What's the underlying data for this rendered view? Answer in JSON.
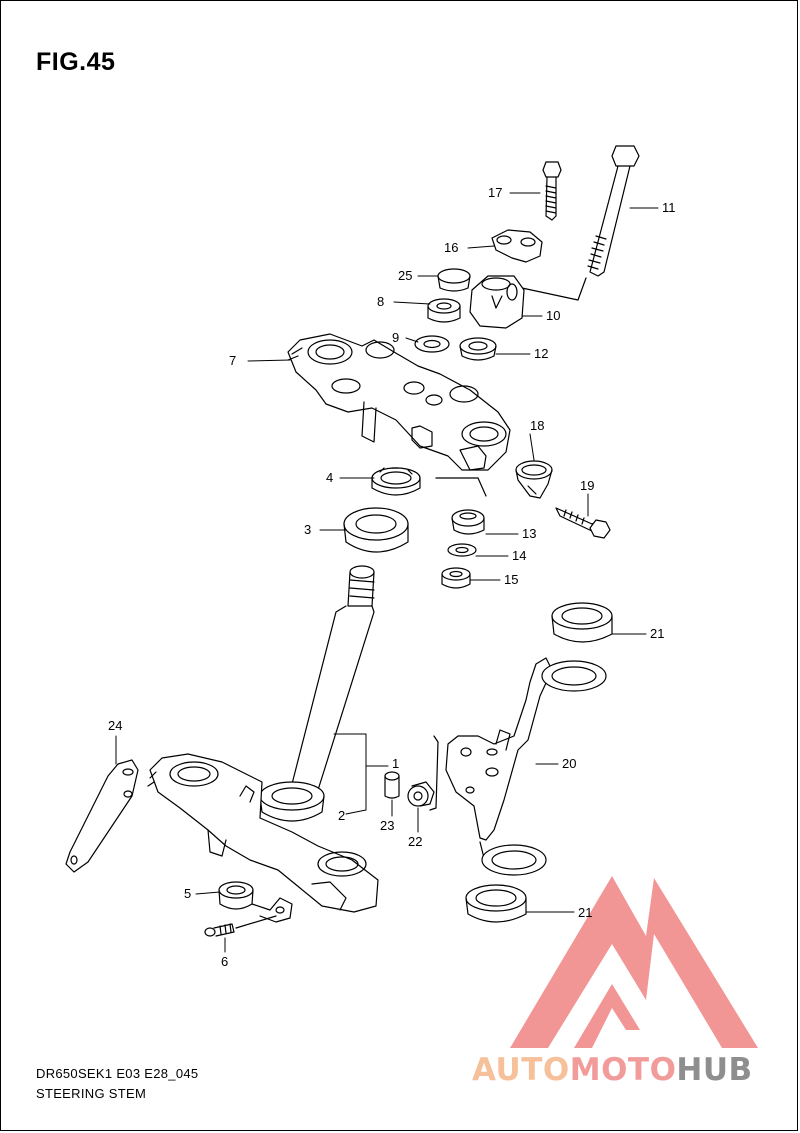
{
  "figure": {
    "title": "FIG.45",
    "model_code": "DR650SEK1 E03 E28_045",
    "section_name": "STEERING STEM"
  },
  "callouts": [
    "1",
    "2",
    "3",
    "4",
    "5",
    "6",
    "7",
    "8",
    "9",
    "10",
    "11",
    "12",
    "13",
    "14",
    "15",
    "16",
    "17",
    "18",
    "19",
    "20",
    "21",
    "21",
    "22",
    "23",
    "24",
    "25"
  ],
  "watermark": {
    "part1": "AUTO",
    "part2": "MOTO",
    "part3": "HUB",
    "colors": {
      "auto": "#f6c09a",
      "moto": "#f29b9b",
      "hub": "#8e8e8e",
      "logo": "#f08a8a"
    }
  }
}
